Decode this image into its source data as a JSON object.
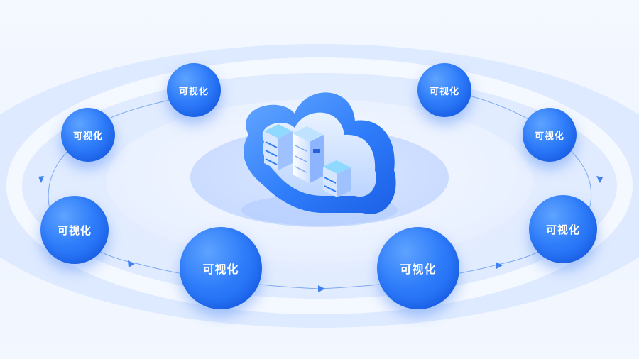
{
  "diagram": {
    "center_icon": "cloud-server-icon",
    "nodes": [
      {
        "id": "node-1",
        "label": "可视化"
      },
      {
        "id": "node-2",
        "label": "可视化"
      },
      {
        "id": "node-3",
        "label": "可视化"
      },
      {
        "id": "node-4",
        "label": "可视化"
      },
      {
        "id": "node-5",
        "label": "可视化"
      },
      {
        "id": "node-6",
        "label": "可视化"
      },
      {
        "id": "node-7",
        "label": "可视化"
      },
      {
        "id": "node-8",
        "label": "可视化"
      }
    ],
    "colors": {
      "node_blue": "#2f7dfa",
      "ring_light": "#e3edff",
      "ring_mid": "#d3e3ff",
      "cloud_blue": "#2a78f5",
      "connector": "#5b93ee"
    }
  }
}
